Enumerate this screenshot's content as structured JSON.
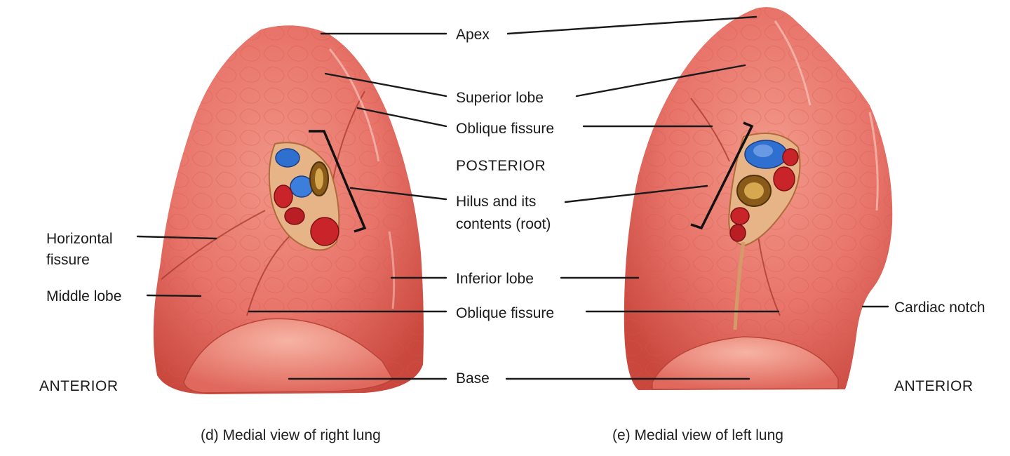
{
  "labels": {
    "apex": "Apex",
    "superior_lobe": "Superior lobe",
    "oblique_fissure_upper": "Oblique fissure",
    "posterior": "POSTERIOR",
    "hilus_line1": "Hilus and its",
    "hilus_line2": "contents (root)",
    "inferior_lobe": "Inferior lobe",
    "oblique_fissure_lower": "Oblique fissure",
    "base": "Base",
    "horizontal_fissure_line1": "Horizontal",
    "horizontal_fissure_line2": "fissure",
    "middle_lobe": "Middle lobe",
    "cardiac_notch": "Cardiac notch",
    "anterior_left": "ANTERIOR",
    "anterior_right": "ANTERIOR"
  },
  "captions": {
    "right_lung": "(d) Medial view of right lung",
    "left_lung": "(e) Medial view of left lung"
  },
  "colors": {
    "lung_surface": "#e8746a",
    "lung_shadow": "#c9473d",
    "lung_highlight": "#f4a79a",
    "artery_blue": "#2f6fd0",
    "vein_red": "#c8242a",
    "bronchus_brown": "#8a5a1a"
  }
}
